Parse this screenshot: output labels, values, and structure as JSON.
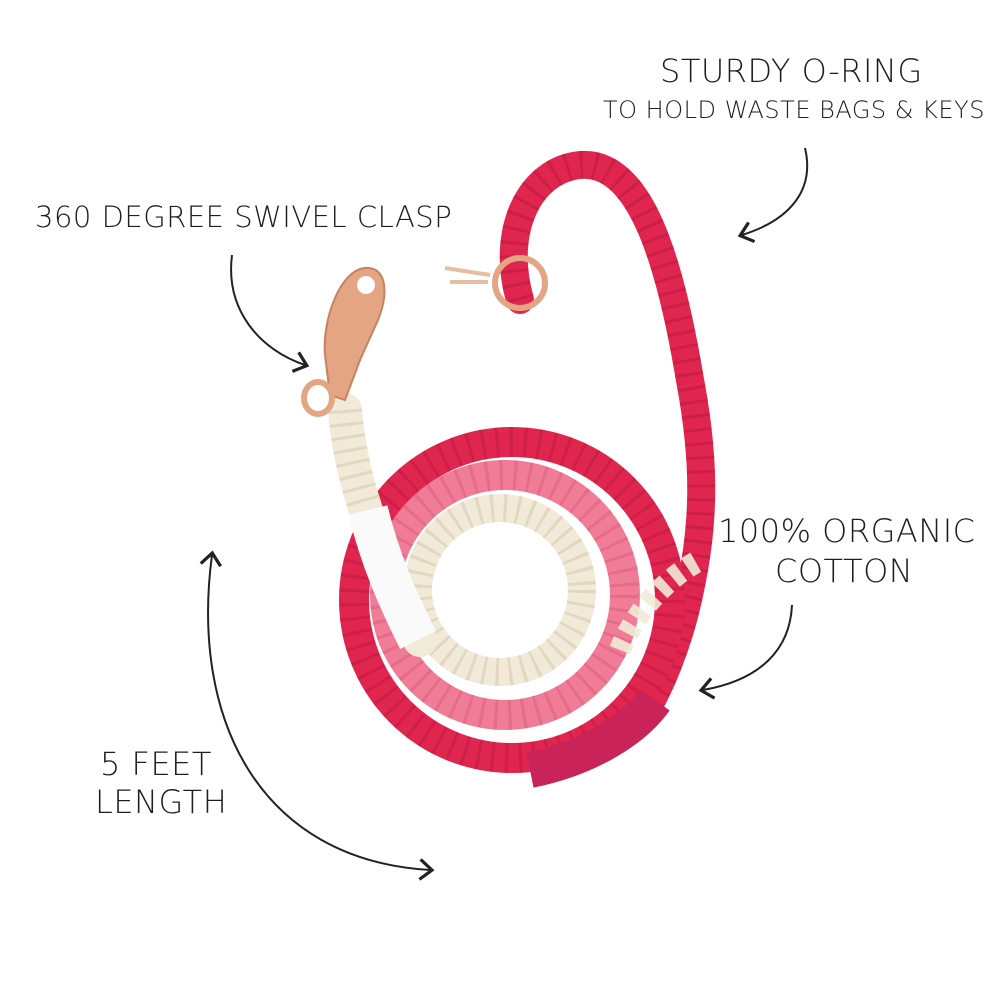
{
  "labels": {
    "oring_title": "STURDY O-RING",
    "oring_sub": "TO HOLD WASTE BAGS & KEYS",
    "clasp": "360 DEGREE SWIVEL CLASP",
    "cotton_line1": "100% ORGANIC",
    "cotton_line2": "COTTON",
    "length_line1": "5 FEET",
    "length_line2": "LENGTH"
  },
  "colors": {
    "rope_red": "#e0254f",
    "rope_pink": "#f07c98",
    "rope_cream": "#f1ead8",
    "hardware_rose_gold": "#e3a583",
    "wrap_magenta": "#c9235a",
    "text": "#1e1e1e"
  }
}
